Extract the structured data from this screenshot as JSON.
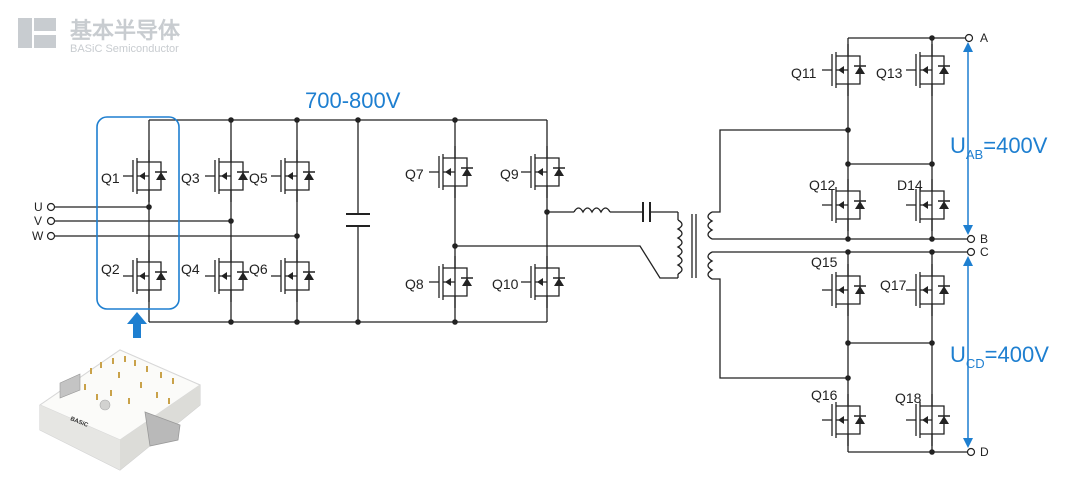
{
  "logo": {
    "cn": "基本半导体",
    "en": "BASiC Semiconductor"
  },
  "dc_voltage": "700-800V",
  "inputs": [
    "U",
    "V",
    "W"
  ],
  "outputs": [
    "A",
    "B",
    "C",
    "D"
  ],
  "switches": [
    "Q1",
    "Q2",
    "Q3",
    "Q4",
    "Q5",
    "Q6",
    "Q7",
    "Q8",
    "Q9",
    "Q10",
    "Q11",
    "Q12",
    "Q13",
    "D14",
    "Q15",
    "Q16",
    "Q17",
    "Q18"
  ],
  "uab": {
    "main": "U",
    "sub": "AB",
    "value": "=400V"
  },
  "ucd": {
    "main": "U",
    "sub": "CD",
    "value": "=400V"
  },
  "module_label": "BASiC",
  "colors": {
    "accent": "#1e7fd0",
    "wire": "#222222",
    "logo": "#c8ccd0"
  }
}
